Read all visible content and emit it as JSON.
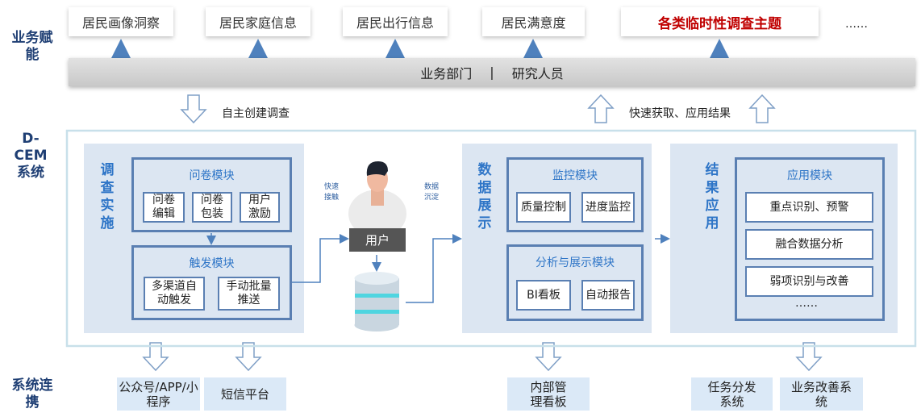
{
  "side_labels": {
    "business": "业务赋能",
    "system": "D-CEM系统",
    "integration": "系统连携"
  },
  "top_items": [
    "居民画像洞察",
    "居民家庭信息",
    "居民出行信息",
    "居民满意度",
    "各类临时性调查主题",
    "……"
  ],
  "bar": {
    "left": "业务部门",
    "sep": "|",
    "right": "研究人员"
  },
  "flow": {
    "create": "自主创建调查",
    "fetch": "快速获取、应用结果"
  },
  "survey": {
    "label": "调查实施",
    "questionnaire": {
      "title": "问卷模块",
      "items": [
        "问卷编辑",
        "问卷包装",
        "用户激励"
      ]
    },
    "trigger": {
      "title": "触发模块",
      "items": [
        "多渠道自动触发",
        "手动批量推送"
      ]
    }
  },
  "user": {
    "label": "用户",
    "left_note": "快速接触",
    "right_note": "数据沉淀"
  },
  "display": {
    "label": "数据展示",
    "monitor": {
      "title": "监控模块",
      "items": [
        "质量控制",
        "进度监控"
      ]
    },
    "analysis": {
      "title": "分析与展示模块",
      "items": [
        "BI看板",
        "自动报告"
      ]
    }
  },
  "result": {
    "label": "结果应用",
    "module": {
      "title": "应用模块",
      "items": [
        "重点识别、预警",
        "融合数据分析",
        "弱项识别与改善",
        "……"
      ]
    }
  },
  "bottom": [
    "公众号/APP/小程序",
    "短信平台",
    "内部管理看板",
    "任务分发系统",
    "业务改善系统"
  ],
  "colors": {
    "accent": "#2e75c7",
    "highlight": "#c00000",
    "panel": "#dce6f2"
  }
}
